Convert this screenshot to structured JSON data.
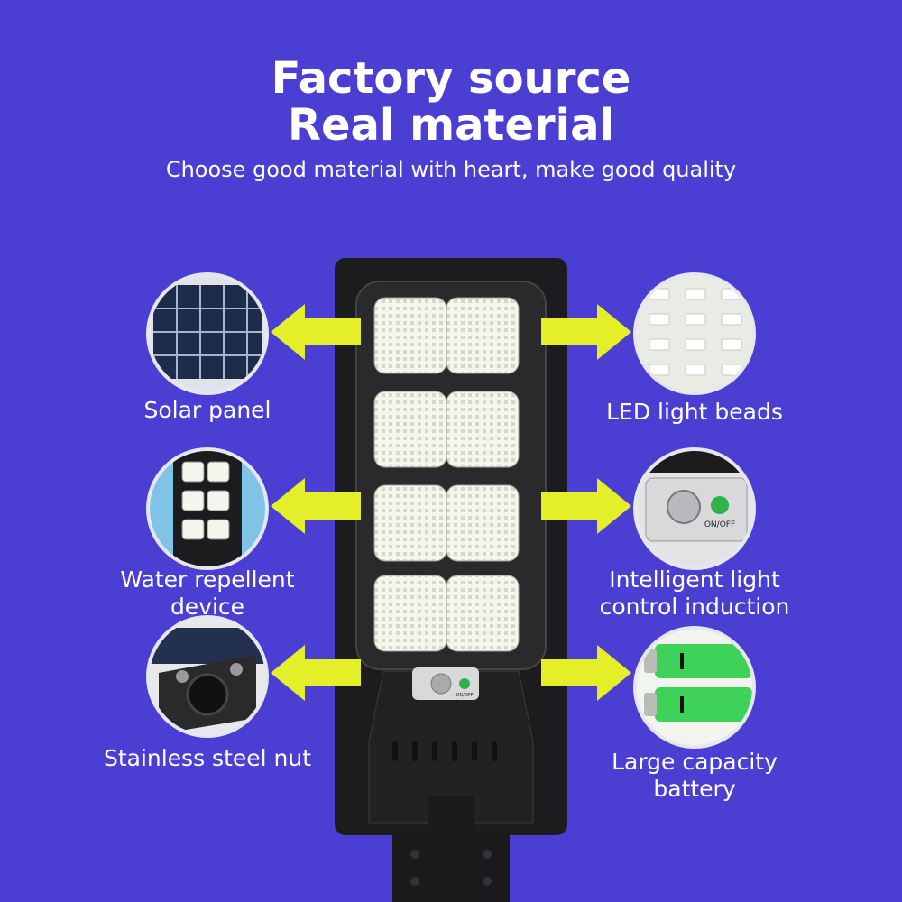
{
  "header": {
    "title_line1": "Factory source",
    "title_line2": "Real material",
    "subtitle": "Choose good material with heart, make good quality"
  },
  "features": {
    "left": [
      {
        "label": "Solar panel",
        "icon": "solar-panel-icon"
      },
      {
        "label": "Water repellent\ndevice",
        "icon": "water-repellent-icon"
      },
      {
        "label": "Stainless steel nut",
        "icon": "steel-nut-icon"
      }
    ],
    "right": [
      {
        "label": "LED light beads",
        "icon": "led-beads-icon"
      },
      {
        "label": "Intelligent light\ncontrol induction",
        "icon": "sensor-icon"
      },
      {
        "label": "Large capacity\nbattery",
        "icon": "battery-icon"
      }
    ]
  },
  "sensor_panel": {
    "switch_label": "ON/OFF"
  },
  "colors": {
    "background": "#4a3fd2",
    "arrow": "#e4ef2a",
    "lamp_body": "#1c1c1e"
  }
}
